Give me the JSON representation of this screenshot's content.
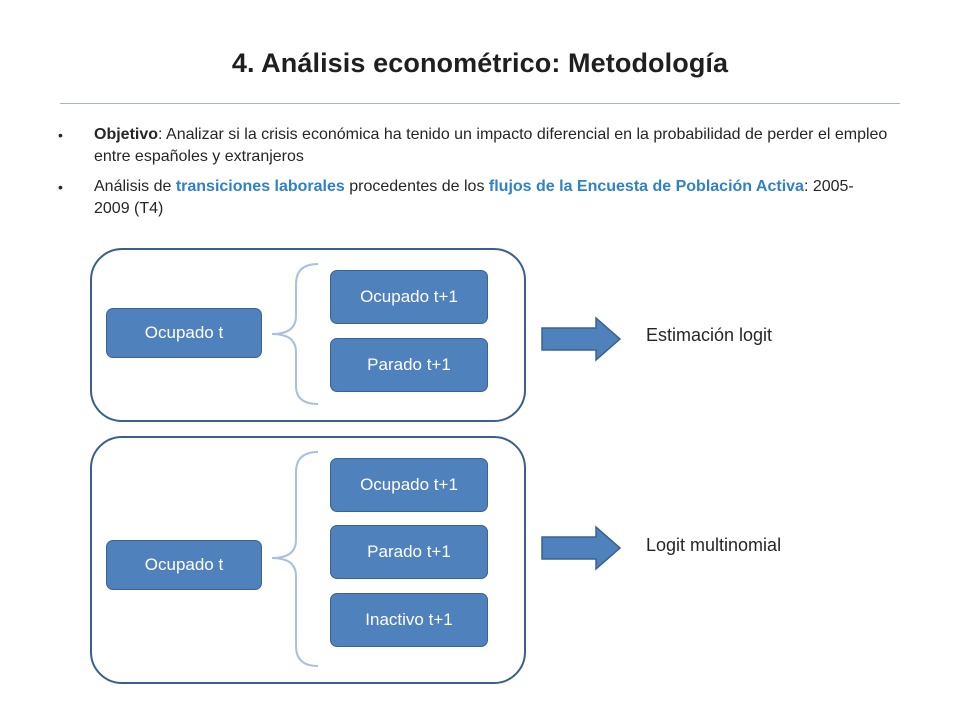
{
  "slide": {
    "title": "4. Análisis econométrico: Metodología"
  },
  "bullets": [
    {
      "parts": [
        {
          "text": "Objetivo",
          "style": "bold"
        },
        {
          "text": ": Analizar si la crisis económica ha tenido un impacto diferencial en la probabilidad de perder el empleo entre españoles y extranjeros",
          "style": "normal"
        }
      ]
    },
    {
      "parts": [
        {
          "text": "Análisis de ",
          "style": "normal"
        },
        {
          "text": "transiciones laborales",
          "style": "blue"
        },
        {
          "text": " procedentes de los ",
          "style": "normal"
        },
        {
          "text": "flujos de la Encuesta de Población Activa",
          "style": "blue"
        },
        {
          "text": ": 2005-2009 (T4)",
          "style": "normal"
        }
      ]
    }
  ],
  "diagram": {
    "group1": {
      "source": "Ocupado t",
      "targets": [
        "Ocupado t+1",
        "Parado t+1"
      ],
      "result": "Estimación logit"
    },
    "group2": {
      "source": "Ocupado t",
      "targets": [
        "Ocupado t+1",
        "Parado t+1",
        "Inactivo t+1"
      ],
      "result": "Logit multinomial"
    }
  },
  "colors": {
    "node_fill": "#4f81bd",
    "node_border": "#3a6391",
    "box_border": "#3a5f8c",
    "highlight_text": "#2f82c6",
    "bracket": "#a9c1dc"
  },
  "icons": {
    "bullet": "•",
    "arrow": "right-arrow-icon"
  }
}
